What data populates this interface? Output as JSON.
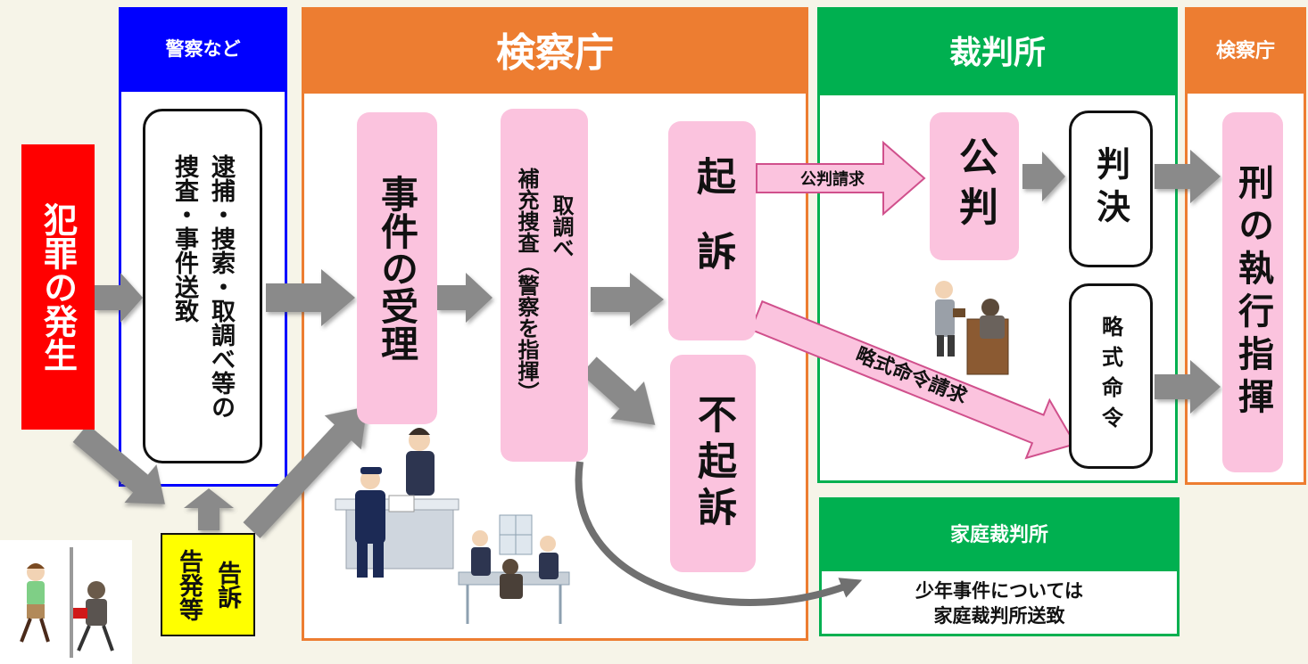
{
  "sections": {
    "police": {
      "header": "警察など",
      "color": "#0000ff"
    },
    "prosecutor": {
      "header": "検察庁",
      "color": "#ed7d31"
    },
    "court": {
      "header": "裁判所",
      "color": "#00b050"
    },
    "prosecutor2": {
      "header": "検察庁",
      "color": "#ed7d31"
    },
    "family_court": {
      "header": "家庭裁判所",
      "color": "#00b050"
    }
  },
  "nodes": {
    "crime": "犯罪の発生",
    "investigation_line1": "逮捕・捜索・取調べ等の",
    "investigation_line2": "捜査・事件送致",
    "complaint_col1": "告訴",
    "complaint_col2": "告発等",
    "case_receipt": "事件の受理",
    "interrogation": "取調べ",
    "supplementary": "補充捜査（警察を指揮）",
    "indictment": "起訴",
    "non_indictment": "不起訴",
    "trial": "公判",
    "judgment": "判決",
    "summary_order": "略式命令",
    "execution": "刑の執行指揮",
    "family_court_line1": "少年事件については",
    "family_court_line2": "家庭裁判所送致"
  },
  "edge_labels": {
    "public_trial_request": "公判請求",
    "summary_order_request": "略式命令請求"
  },
  "colors": {
    "crime_red": "#ff0000",
    "pink": "#fbc3de",
    "complaint_yellow": "#ffff00",
    "arrow_gray": "#8a8a8a",
    "background": "#f6f4e8"
  }
}
